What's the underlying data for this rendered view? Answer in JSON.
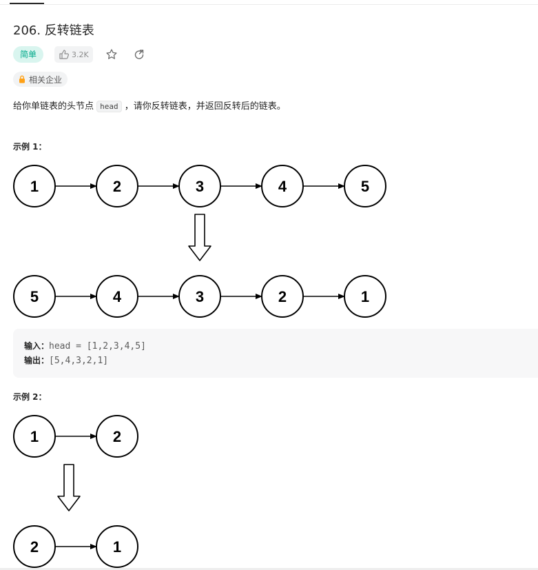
{
  "problem": {
    "title": "206. 反转链表",
    "difficulty": "简单",
    "likes": "3.2K",
    "company_tag": "相关企业",
    "description_before": "给你单链表的头节点 ",
    "description_code": "head",
    "description_after": " ，请你反转链表，并返回反转后的链表。"
  },
  "icons": {
    "like": "thumb-up-icon",
    "favorite": "star-icon",
    "share": "share-icon",
    "lock": "lock-icon"
  },
  "colors": {
    "easy_text": "#00a98a",
    "easy_bg": "#d9f5ef",
    "lock": "#ffa116"
  },
  "example1": {
    "label": "示例 1：",
    "before": [
      "1",
      "2",
      "3",
      "4",
      "5"
    ],
    "after": [
      "5",
      "4",
      "3",
      "2",
      "1"
    ],
    "input_label": "输入：",
    "input_value": "head = [1,2,3,4,5]",
    "output_label": "输出：",
    "output_value": "[5,4,3,2,1]"
  },
  "example2": {
    "label": "示例 2：",
    "before": [
      "1",
      "2"
    ],
    "after": [
      "2",
      "1"
    ]
  }
}
